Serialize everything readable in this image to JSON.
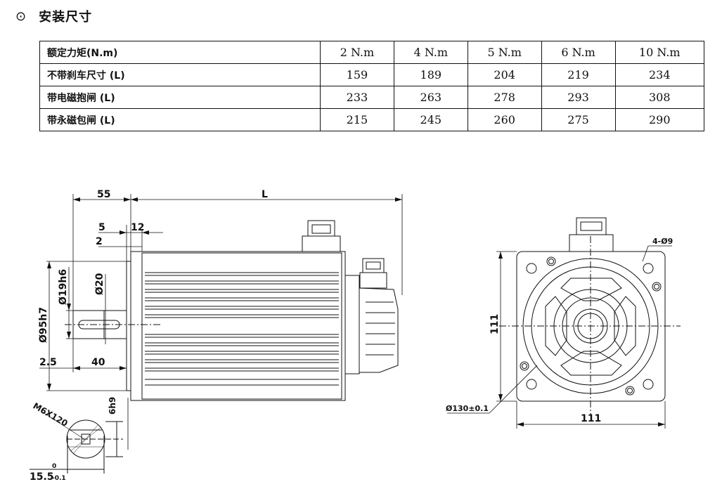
{
  "heading": {
    "bullet": "⊙",
    "title": "安装尺寸"
  },
  "table": {
    "header": {
      "label": "额定力矩(N.m)",
      "cols": [
        "2 N.m",
        "4  N.m",
        "5  N.m",
        "6  N.m",
        "10  N.m"
      ]
    },
    "rows": [
      {
        "label": "不带刹车尺寸 (L)",
        "values": [
          "159",
          "189",
          "204",
          "219",
          "234"
        ]
      },
      {
        "label": "带电磁抱闸  (L)",
        "values": [
          "233",
          "263",
          "278",
          "293",
          "308"
        ]
      },
      {
        "label": "带永磁包闸  (L)",
        "values": [
          "215",
          "245",
          "260",
          "275",
          "290"
        ]
      }
    ]
  },
  "drawing": {
    "dims": {
      "d55": "55",
      "L": "L",
      "d5": "5",
      "d12": "12",
      "d2": "2",
      "phi19": "Ø19h6",
      "phi20": "Ø20",
      "phi95": "Ø95h7",
      "d25": "2.5",
      "d40": "40",
      "d6": "6h9",
      "m6": "M6X120",
      "d155": "15.5",
      "tol_up": "0",
      "tol_dn": "-0.1",
      "holes": "4-Ø9",
      "d111v": "111",
      "d111h": "111",
      "phi130": "Ø130±0.1"
    }
  }
}
